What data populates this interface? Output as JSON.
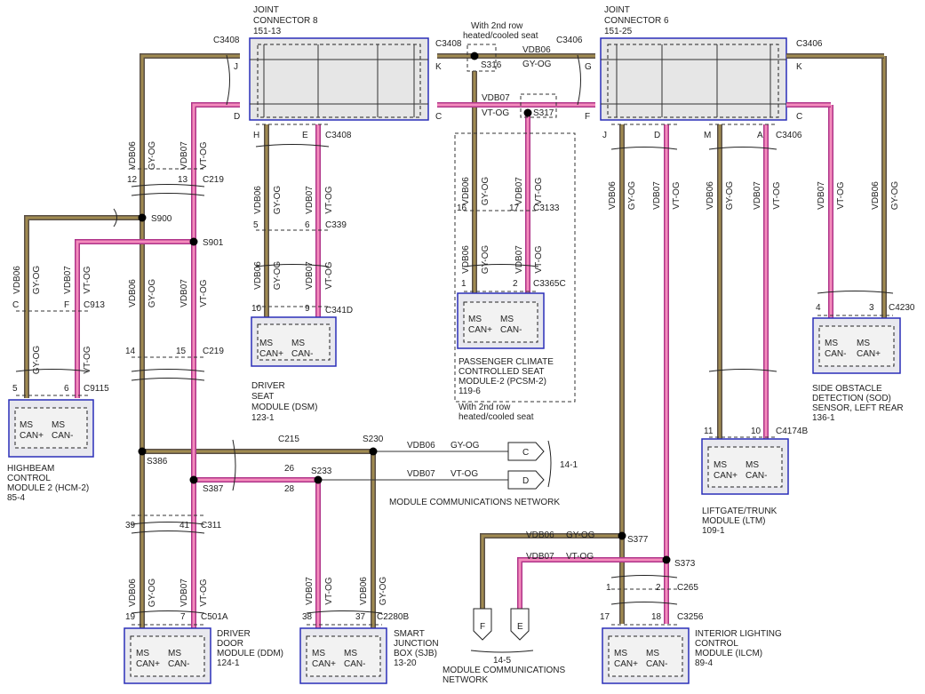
{
  "colors": {
    "gy_og": "#a08a50",
    "vt_og": "#f48cbc",
    "module_border": "#2a2fb8"
  },
  "jc8": {
    "title": "JOINT",
    "title2": "CONNECTOR 8",
    "ref": "151-13"
  },
  "jc6": {
    "title": "JOINT",
    "title2": "CONNECTOR 6",
    "ref": "151-25"
  },
  "note_top": {
    "l1": "With 2nd row",
    "l2": "heated/cooled seat"
  },
  "note_bottom": {
    "l1": "With 2nd row",
    "l2": "heated/cooled seat"
  },
  "connectors": {
    "c3408": "C3408",
    "c3406": "C3406",
    "c219": "C219",
    "c339": "C339",
    "c341d": "C341D",
    "c3133": "C3133",
    "c3365c": "C3365C",
    "c4230": "C4230",
    "c913": "C913",
    "c9115": "C9115",
    "c215": "C215",
    "c311": "C311",
    "c501a": "C501A",
    "c2280b": "C2280B",
    "c265": "C265",
    "c3256": "C3256",
    "c4174b": "C4174B"
  },
  "splices": {
    "s316": "S316",
    "s317": "S317",
    "s900": "S900",
    "s901": "S901",
    "s386": "S386",
    "s387": "S387",
    "s230": "S230",
    "s233": "S233",
    "s377": "S377",
    "s373": "S373"
  },
  "pins": {
    "j": "J",
    "d": "D",
    "k": "K",
    "c": "C",
    "g": "G",
    "f": "F",
    "h": "H",
    "e": "E",
    "m": "M",
    "a": "A",
    "n12": "12",
    "n13": "13",
    "n5": "5",
    "n6": "6",
    "n10": "10",
    "n9": "9",
    "n16": "16",
    "n17": "17",
    "n1": "1",
    "n2": "2",
    "n4": "4",
    "n3": "3",
    "n14": "14",
    "n15": "15",
    "n26": "26",
    "n28": "28",
    "n39": "39",
    "n41": "41",
    "n19": "19",
    "n7": "7",
    "n38": "38",
    "n37": "37",
    "n18": "18",
    "n11": "11"
  },
  "wire": {
    "vdb06": "VDB06",
    "vdb07": "VDB07",
    "gy_og": "GY-OG",
    "vt_og": "VT-OG"
  },
  "can": {
    "plus": "CAN+",
    "minus": "CAN-",
    "ms": "MS"
  },
  "modules": {
    "dsm": {
      "l1": "DRIVER",
      "l2": "SEAT",
      "l3": "MODULE (DSM)",
      "ref": "123-1"
    },
    "pcsm": {
      "l1": "PASSENGER CLIMATE",
      "l2": "CONTROLLED SEAT",
      "l3": "MODULE-2 (PCSM-2)",
      "ref": "119-6"
    },
    "sod": {
      "l1": "SIDE OBSTACLE",
      "l2": "DETECTION (SOD)",
      "l3": "SENSOR, LEFT REAR",
      "ref": "136-1"
    },
    "hcm": {
      "l1": "HIGHBEAM",
      "l2": "CONTROL",
      "l3": "MODULE 2 (HCM-2)",
      "ref": "85-4"
    },
    "ltm": {
      "l1": "LIFTGATE/TRUNK",
      "l2": "MODULE (LTM)",
      "ref": "109-1"
    },
    "ddm": {
      "l1": "DRIVER",
      "l2": "DOOR",
      "l3": "MODULE (DDM)",
      "ref": "124-1"
    },
    "sjb": {
      "l1": "SMART",
      "l2": "JUNCTION",
      "l3": "BOX (SJB)",
      "ref": "13-20"
    },
    "ilcm": {
      "l1": "INTERIOR LIGHTING",
      "l2": "CONTROL",
      "l3": "MODULE (ILCM)",
      "ref": "89-4"
    }
  },
  "network": {
    "ref_right": "14-1",
    "label_right": "MODULE COMMUNICATIONS NETWORK",
    "ref_bottom": "14-5",
    "label_bottom1": "MODULE COMMUNICATIONS",
    "label_bottom2": "NETWORK",
    "flag_c": "C",
    "flag_d": "D",
    "flag_e": "E",
    "flag_f": "F"
  }
}
